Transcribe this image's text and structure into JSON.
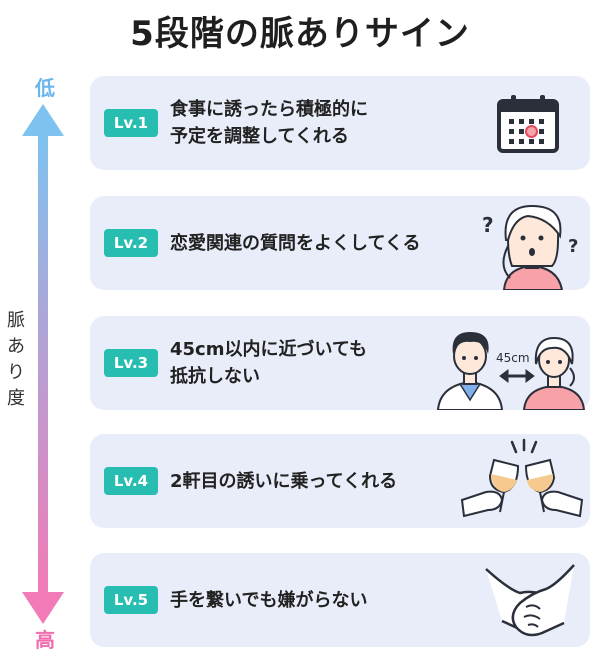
{
  "title": "5段階の脈ありサイン",
  "axis": {
    "low": "低",
    "high": "高",
    "label_chars": [
      "脈",
      "あ",
      "り",
      "度"
    ],
    "color_top": "#7ec3ef",
    "color_bottom": "#f27ab6"
  },
  "levels": [
    {
      "badge": "Lv.1",
      "text": "食事に誘ったら積極的に\n予定を調整してくれる",
      "icon": "calendar-icon"
    },
    {
      "badge": "Lv.2",
      "text": "恋愛関連の質問をよくしてくる",
      "icon": "curious-woman-illustration"
    },
    {
      "badge": "Lv.3",
      "text": "45cm以内に近づいても\n抵抗しない",
      "icon": "close-distance-illustration",
      "distance_label": "45cm"
    },
    {
      "badge": "Lv.4",
      "text": "2軒目の誘いに乗ってくれる",
      "icon": "toast-glasses-illustration"
    },
    {
      "badge": "Lv.5",
      "text": "手を繋いでも嫌がらない",
      "icon": "holding-hands-illustration"
    }
  ],
  "colors": {
    "badge": "#27bdb1",
    "card": "#e8edf9",
    "accent_pink": "#f6a2a8",
    "accent_blue": "#7fb0ea"
  }
}
